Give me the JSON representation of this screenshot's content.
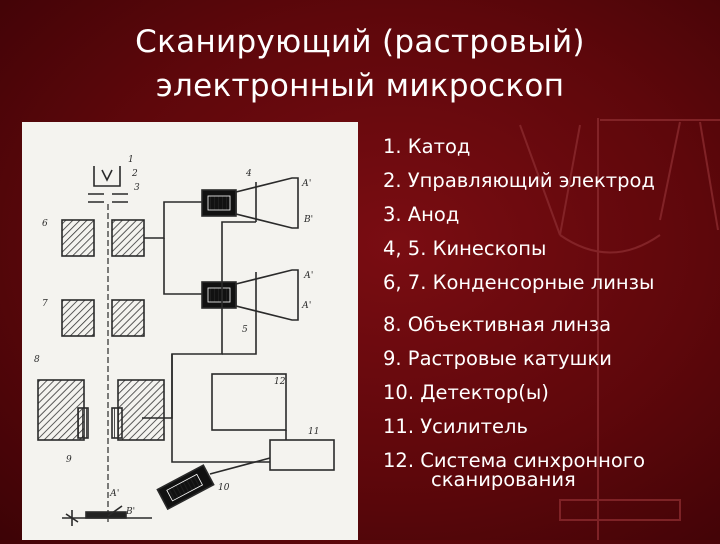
{
  "slide": {
    "title_line1": "Сканирующий (растровый)",
    "title_line2": "электронный микроскоп"
  },
  "legend": {
    "items": [
      "1. Катод",
      "2. Управляющий электрод",
      "3. Анод",
      "4, 5. Кинескопы",
      "6, 7. Конденсорные линзы",
      "8. Объективная линза",
      "9. Растровые катушки",
      "10. Детектор(ы)",
      "11. Усилитель",
      "12. Система синхронного"
    ],
    "item12_cont": "сканирования"
  },
  "diagram": {
    "labels": [
      "1",
      "2",
      "3",
      "4",
      "5",
      "6",
      "7",
      "8",
      "9",
      "10",
      "11",
      "12",
      "А'",
      "В'",
      "А'",
      "А'",
      "А'",
      "В'"
    ]
  }
}
